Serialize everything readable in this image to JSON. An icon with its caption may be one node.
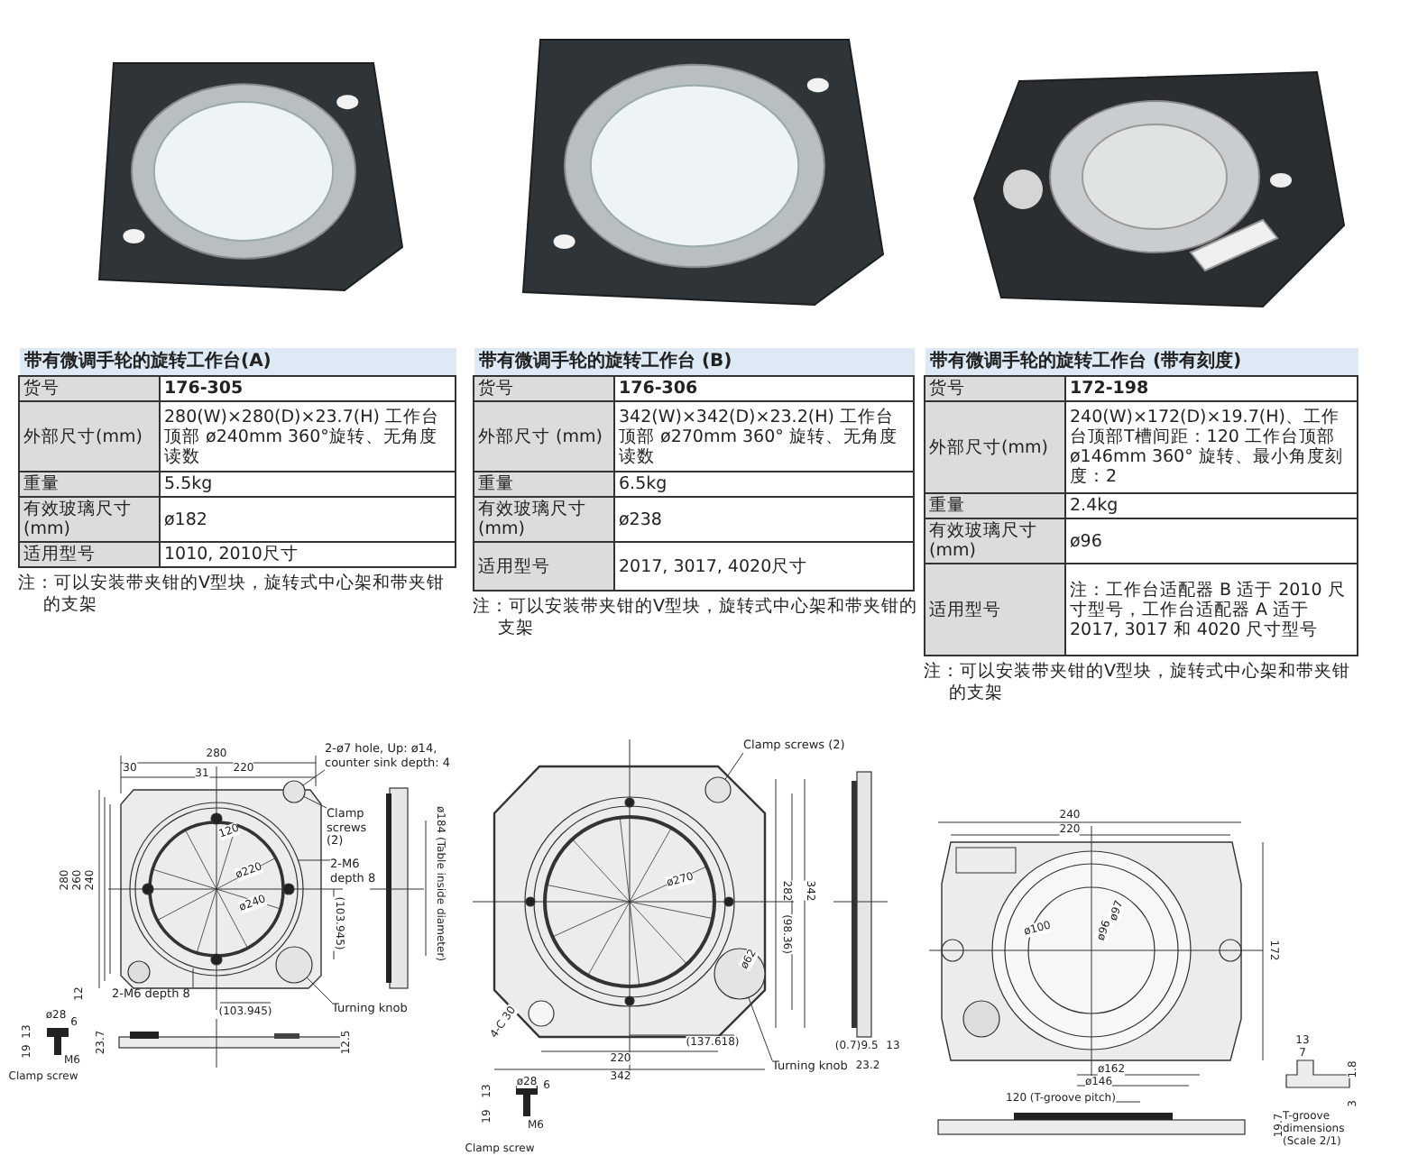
{
  "diagram": {
    "nodes": [
      {
        "text": [
          "2-ø7 hole, Up: ø14, counter sink depth: 4"
        ]
      },
      {
        "text": [
          "Clamp screws (2)"
        ]
      },
      {
        "text": [
          "2-M6 depth 8"
        ]
      },
      {
        "text": [
          "2-M6 depth 8"
        ]
      },
      {
        "text": [
          "Turning knob"
        ]
      },
      {
        "text": [
          "Clamp screws (2)"
        ]
      },
      {
        "text": [
          "Turning knob"
        ]
      },
      {
        "text": [],
        "shape": "circle"
      },
      {
        "text": [],
        "shape": "circle"
      },
      {
        "text": [],
        "shape": "circle"
      },
      {
        "text": [],
        "shape": "circle"
      }
    ],
    "edges": [
      {
        "from": 0,
        "to": 7,
        "arrow": "none"
      },
      {
        "from": 1,
        "to": 7,
        "arrow": "none"
      },
      {
        "from": 2,
        "to": null,
        "arrow": "none"
      },
      {
        "from": 3,
        "to": null,
        "arrow": "none"
      },
      {
        "from": 4,
        "to": 8,
        "arrow": "none"
      },
      {
        "from": 5,
        "to": 9,
        "arrow": "none"
      },
      {
        "from": 6,
        "to": 10,
        "arrow": "none"
      }
    ],
    "labels": [
      "带有微调手轮的旋转工作台(A)",
      "货号",
      "176-305",
      "外部尺寸(mm)",
      "280(W)×280(D)×23.7(H) 工作台顶部 ø240mm 360°旋转、无角度读数",
      "重量",
      "5.5kg",
      "有效玻璃尺寸(mm)",
      "ø182",
      "适用型号",
      "1010, 2010尺寸",
      "注：可以安装带夹钳的V型块，旋转式中心架和带夹钳的支架",
      "带有微调手轮的旋转工作台 (B)",
      "货号",
      "176-306",
      "外部尺寸 (mm)",
      "342(W)×342(D)×23.2(H) 工作台顶部 ø270mm 360° 旋转、无角度读数",
      "重量",
      "6.5kg",
      "有效玻璃尺寸(mm)",
      "ø238",
      "适用型号",
      "2017, 3017, 4020尺寸",
      "注：可以安装带夹钳的V型块，旋转式中心架和带夹钳的支架",
      "带有微调手轮的旋转工作台 (带有刻度)",
      "货号",
      "172-198",
      "外部尺寸(mm)",
      "240(W)×172(D)×19.7(H)、工作台顶部T槽间距：120 工作台顶部ø146mm 360° 旋转、最小角度刻度：2",
      "重量",
      "2.4kg",
      "有效玻璃尺寸(mm)",
      "ø96",
      "适用型号",
      "注：工作台适配器 B 适于 2010 尺寸型号，工作台适配器 A 适于 2017, 3017 和 4020 尺寸型号",
      "注：可以安装带夹钳的V型块，旋转式中心架和带夹钳的支架",
      "280",
      "30",
      "31",
      "220",
      "120",
      "ø220",
      "ø240",
      "(103.945)",
      "(103.945)",
      "280",
      "260",
      "240",
      "12",
      "ø184 (Table inside diameter)",
      "ø28",
      "6",
      "13",
      "19",
      "M6",
      "Clamp screw",
      "23.7",
      "12.5",
      "ø270",
      "(98.36)",
      "282",
      "342",
      "(137.618)",
      "220",
      "342",
      "4-C 30",
      "ø62",
      "(0.7)",
      "9.5",
      "13",
      "23.2",
      "ø28",
      "6",
      "13",
      "19",
      "M6",
      "Clamp screw",
      "240",
      "220",
      "172",
      "ø100",
      "ø96",
      "ø97",
      "ø162",
      "ø146",
      "120 (T-groove pitch)",
      "19.7",
      "13",
      "7",
      "1.8",
      "3",
      "T-groove dimensions (Scale 2/1)"
    ]
  }
}
